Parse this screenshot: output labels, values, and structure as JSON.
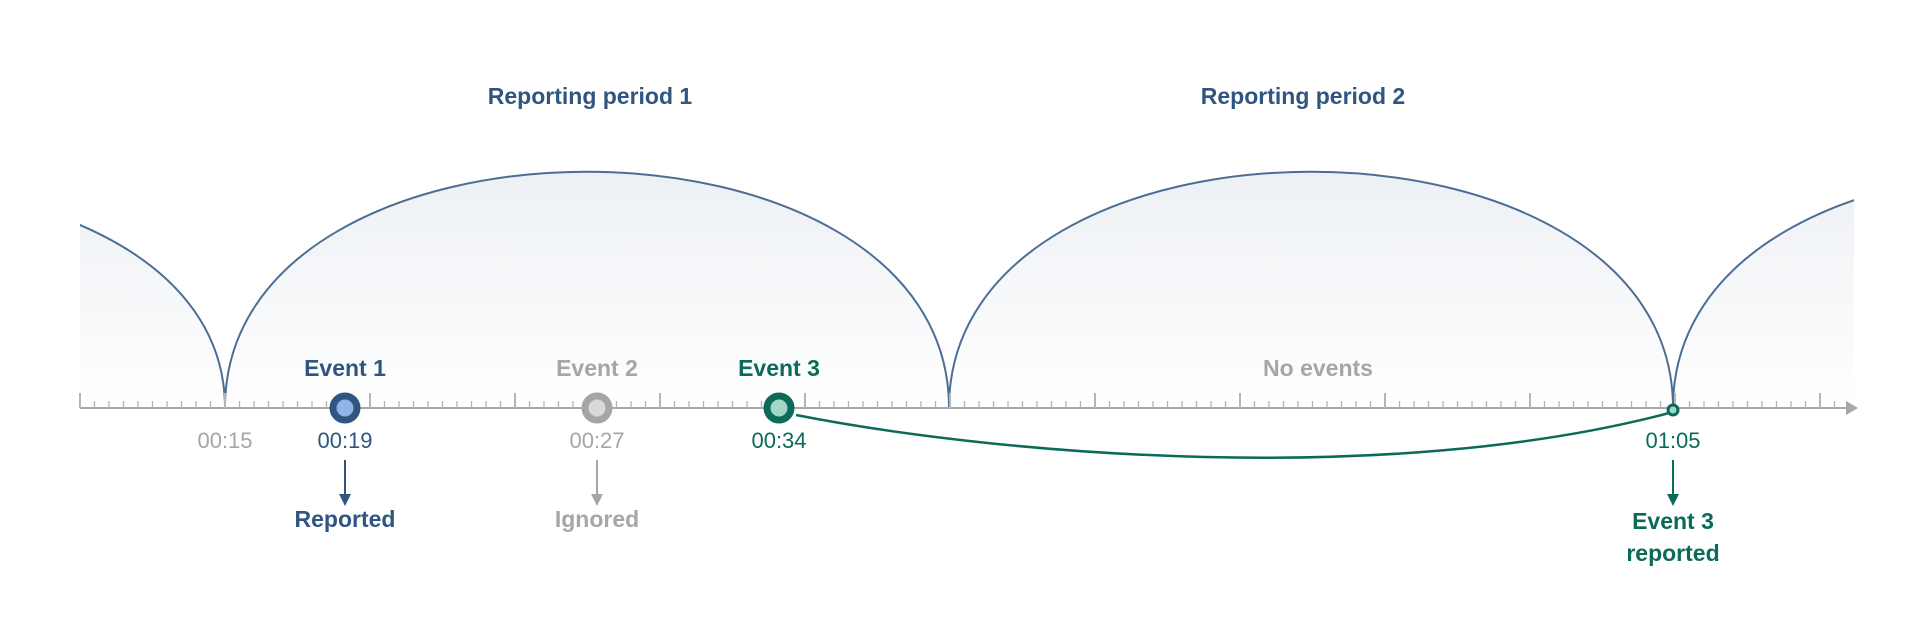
{
  "colors": {
    "primary": "#2f5580",
    "primary_light": "#8fb4e6",
    "muted": "#a6a6a6",
    "muted_light": "#d9d9d9",
    "accent": "#0c6a58",
    "accent_light": "#9fd8c7",
    "axis": "#a8a8a8",
    "arc": "#4d6e94",
    "arc_fill": "#eef1f5"
  },
  "periods": [
    {
      "label": "Reporting period 1"
    },
    {
      "label": "Reporting period 2"
    }
  ],
  "timeline": {
    "boundary_label": "00:15"
  },
  "events": [
    {
      "id": "event-1",
      "label": "Event 1",
      "time": "00:19",
      "outcome": "Reported",
      "status": "reported"
    },
    {
      "id": "event-2",
      "label": "Event 2",
      "time": "00:27",
      "outcome": "Ignored",
      "status": "ignored"
    },
    {
      "id": "event-3",
      "label": "Event 3",
      "time": "00:34",
      "status": "deferred"
    }
  ],
  "no_events_label": "No events",
  "deferred_report": {
    "time": "01:05",
    "outcome_line1": "Event 3",
    "outcome_line2": "reported"
  }
}
